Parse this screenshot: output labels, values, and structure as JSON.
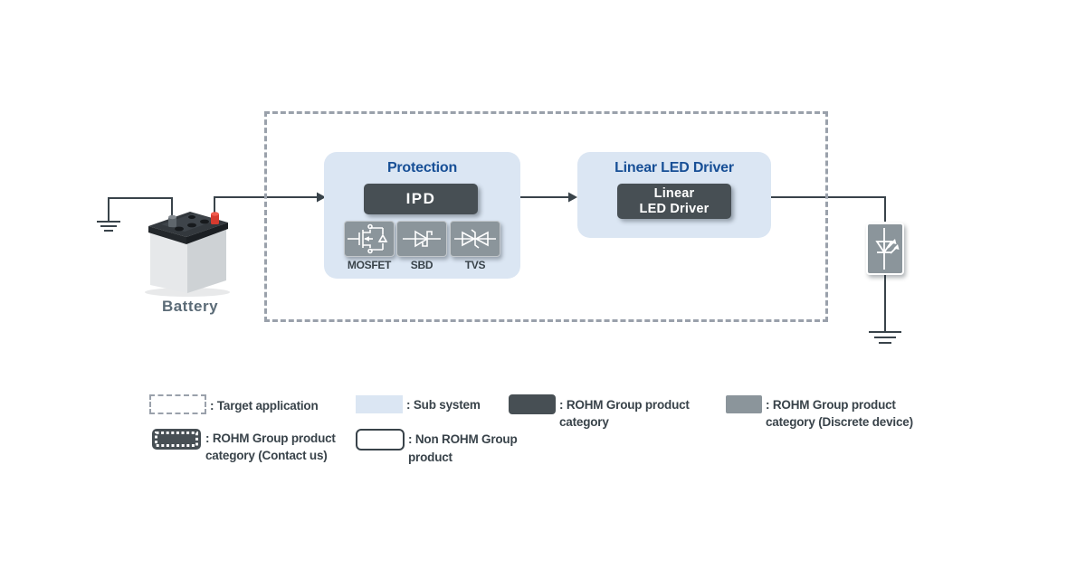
{
  "diagram": {
    "battery": {
      "label": "Battery"
    },
    "protection": {
      "title": "Protection",
      "chip_label": "IPD",
      "devices": [
        {
          "icon": "mosfet-icon",
          "label": "MOSFET"
        },
        {
          "icon": "sbd-icon",
          "label": "SBD"
        },
        {
          "icon": "tvs-icon",
          "label": "TVS"
        }
      ]
    },
    "led_driver": {
      "title": "Linear LED Driver",
      "chip_label_line1": "Linear",
      "chip_label_line2": "LED Driver"
    }
  },
  "legend": {
    "items": [
      {
        "swatch": "target-application",
        "label": ": Target application"
      },
      {
        "swatch": "sub-system",
        "label": ": Sub system"
      },
      {
        "swatch": "rohm-product-category",
        "label": ": ROHM Group product category"
      },
      {
        "swatch": "rohm-discrete-device",
        "label": ": ROHM Group product category (Discrete device)"
      },
      {
        "swatch": "rohm-contact-us",
        "label": ": ROHM Group product category (Contact us)"
      },
      {
        "swatch": "non-rohm-product",
        "label": ": Non ROHM Group product"
      }
    ]
  },
  "colors": {
    "subsystem_fill": "#dbe6f3",
    "product_dark": "#474f54",
    "discrete_gray": "#8b959b",
    "title_blue": "#174f96",
    "wire": "#39434a",
    "dashed_border": "#9aa1ab",
    "battery_terminal_red": "#d63a2e"
  }
}
